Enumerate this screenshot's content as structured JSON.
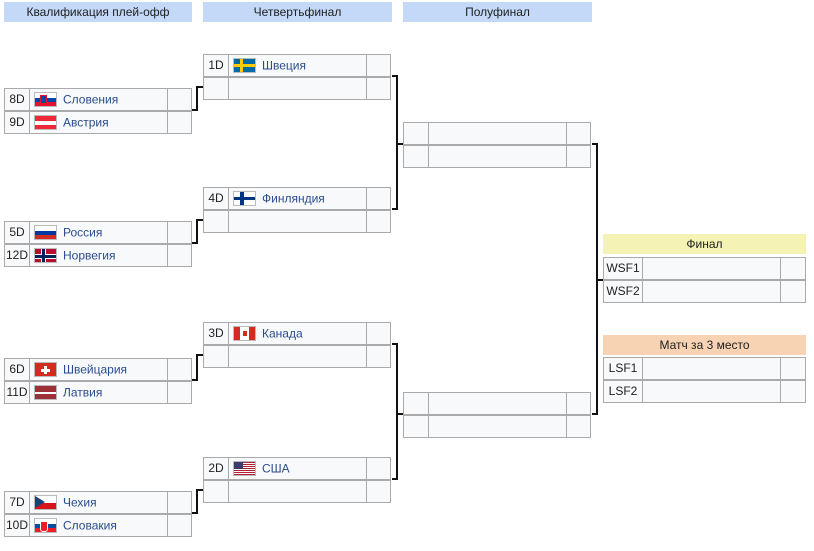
{
  "headers": {
    "qual": "Квалификация плей-офф",
    "quarter": "Четвертьфинал",
    "semi": "Полуфинал",
    "final": "Финал",
    "bronze": "Матч за 3 место"
  },
  "qualification": [
    {
      "top": {
        "seed": "8D",
        "team": "Словения",
        "flag": "slovenia-flag-icon"
      },
      "bottom": {
        "seed": "9D",
        "team": "Австрия",
        "flag": "austria-flag-icon"
      }
    },
    {
      "top": {
        "seed": "5D",
        "team": "Россия",
        "flag": "russia-flag-icon"
      },
      "bottom": {
        "seed": "12D",
        "team": "Норвегия",
        "flag": "norway-flag-icon"
      }
    },
    {
      "top": {
        "seed": "6D",
        "team": "Швейцария",
        "flag": "switzerland-flag-icon"
      },
      "bottom": {
        "seed": "11D",
        "team": "Латвия",
        "flag": "latvia-flag-icon"
      }
    },
    {
      "top": {
        "seed": "7D",
        "team": "Чехия",
        "flag": "czech-flag-icon"
      },
      "bottom": {
        "seed": "10D",
        "team": "Словакия",
        "flag": "slovakia-flag-icon"
      }
    }
  ],
  "quarterfinals": [
    {
      "seed": "1D",
      "team": "Швеция",
      "flag": "sweden-flag-icon"
    },
    {
      "seed": "4D",
      "team": "Финляндия",
      "flag": "finland-flag-icon"
    },
    {
      "seed": "3D",
      "team": "Канада",
      "flag": "canada-flag-icon"
    },
    {
      "seed": "2D",
      "team": "США",
      "flag": "usa-flag-icon"
    }
  ],
  "final": {
    "top": "WSF1",
    "bottom": "WSF2"
  },
  "bronze": {
    "top": "LSF1",
    "bottom": "LSF2"
  },
  "colors": {
    "header": "#c3d9f7",
    "final_header": "#f5f3b3",
    "bronze_header": "#f7d3b3",
    "link": "#2a4b8d"
  }
}
